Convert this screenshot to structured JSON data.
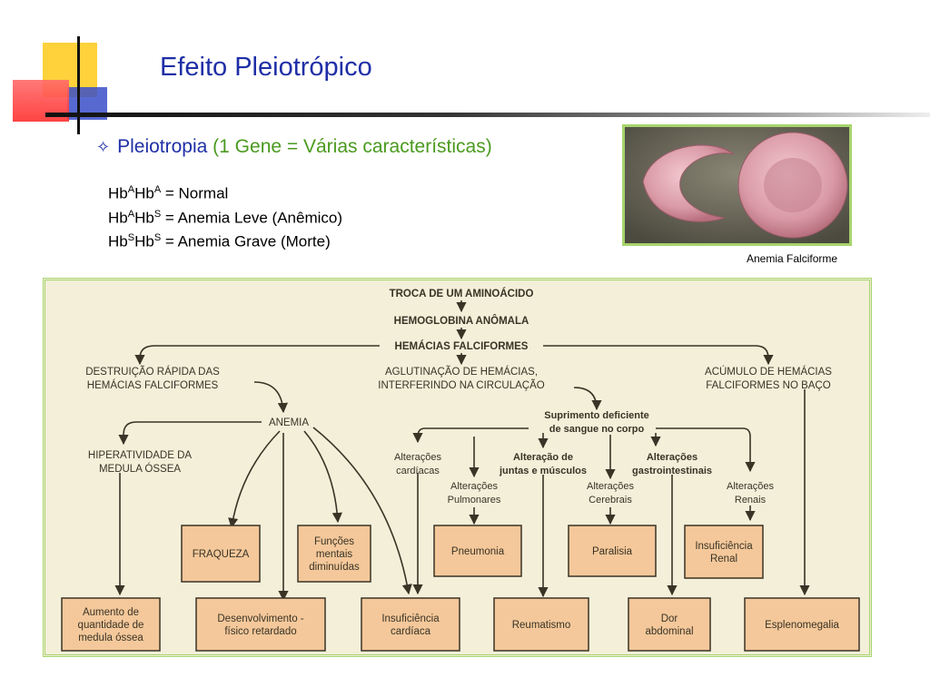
{
  "slide": {
    "title": "Efeito Pleiotrópico",
    "bullet": {
      "lead": "Pleiotropia",
      "paren": "(1 Gene = Várias características)"
    },
    "genotypes": [
      {
        "a": "Hb",
        "as": "A",
        "b": "Hb",
        "bs": "A",
        "desc": " = Normal"
      },
      {
        "a": "Hb",
        "as": "A",
        "b": "Hb",
        "bs": "S",
        "desc": " = Anemia Leve (Anêmico)"
      },
      {
        "a": "Hb",
        "as": "S",
        "b": "Hb",
        "bs": "S",
        "desc": " = Anemia Grave (Morte)"
      }
    ],
    "photo_caption": "Anemia Falciforme"
  },
  "diagram": {
    "troca": "TROCA DE UM AMINOÁCIDO",
    "hemoglobina": "HEMOGLOBINA ANÔMALA",
    "hemacias": "HEMÁCIAS FALCIFORMES",
    "destruicao": [
      "DESTRUIÇÃO RÁPIDA DAS",
      "HEMÁCIAS FALCIFORMES"
    ],
    "aglutinacao": [
      "AGLUTINAÇÃO DE HEMÁCIAS,",
      "INTERFERINDO NA CIRCULAÇÃO"
    ],
    "acumulo": [
      "ACÚMULO DE HEMÁCIAS",
      "FALCIFORMES NO BAÇO"
    ],
    "anemia": "ANEMIA",
    "hiperatividade": [
      "HIPERATIVIDADE DA",
      "MEDULA ÓSSEA"
    ],
    "suprimento": [
      "Suprimento deficiente",
      "de sangue no corpo"
    ],
    "alt_cardiacas": [
      "Alterações",
      "cardíacas"
    ],
    "alt_juntas": [
      "Alteração de",
      "juntas e músculos"
    ],
    "alt_gastro": [
      "Alterações",
      "gastrointestinais"
    ],
    "alt_pulmonares": [
      "Alterações",
      "Pulmonares"
    ],
    "alt_cerebrais": [
      "Alterações",
      "Cerebrais"
    ],
    "alt_renais": [
      "Alterações",
      "Renais"
    ],
    "fraqueza": [
      "FRAQUEZA"
    ],
    "funcoes": [
      "Funções",
      "mentais",
      "diminuídas"
    ],
    "pneumonia": [
      "Pneumonia"
    ],
    "paralisia": [
      "Paralisia"
    ],
    "insuf_renal": [
      "Insuficiência",
      "Renal"
    ],
    "aumento": [
      "Aumento de",
      "quantidade de",
      "medula óssea"
    ],
    "desenvolvimento": [
      "Desenvolvimento -",
      "físico retardado"
    ],
    "insuf_cardiaca": [
      "Insuficiência",
      "cardíaca"
    ],
    "reumatismo": [
      "Reumatismo"
    ],
    "dor": [
      "Dor",
      "abdominal"
    ],
    "esplenomegalia": [
      "Esplenomegalia"
    ]
  },
  "colors": {
    "title": "#1f2fa6",
    "green_text": "#4a9a1e",
    "frame_green": "#a7d46d",
    "box_fill": "#f4c89a",
    "box_stroke": "#3a3326",
    "diagram_bg": "#f3efd9"
  }
}
